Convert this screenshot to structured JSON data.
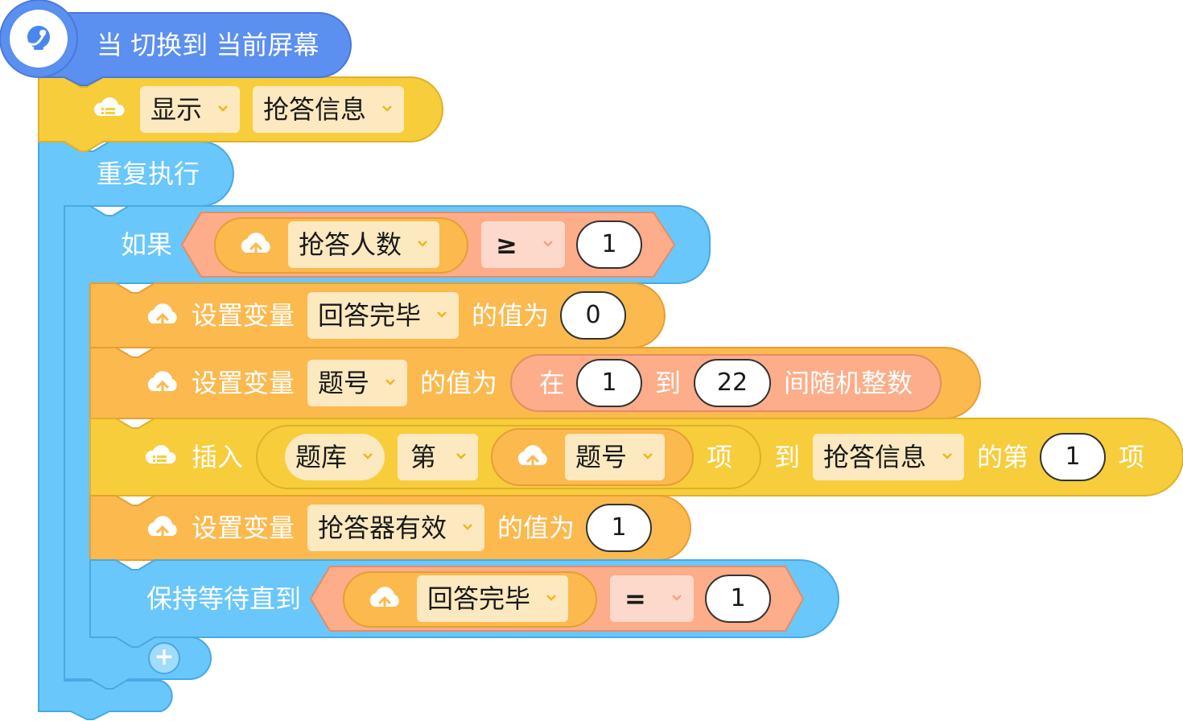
{
  "colors": {
    "event_blue": "#5b8ff0",
    "control_blue": "#69c7fb",
    "control_border": "#49a9e2",
    "data_yellow": "#f7cd3b",
    "data_yellow_border": "#e0b02a",
    "variable_orange": "#fcb94e",
    "variable_border": "#e79e33",
    "operator_salmon": "#fdad89",
    "operator_border": "#e58c65",
    "dropdown_light": "#fde9bf",
    "dropdown_salmon": "#fdd9cb"
  },
  "event": {
    "label": "当 切换到 当前屏幕",
    "icon": "satellite-dish-icon"
  },
  "show_block": {
    "label": "显示",
    "target": "抢答信息"
  },
  "repeat": {
    "label": "重复执行"
  },
  "if_block": {
    "label": "如果",
    "variable": "抢答人数",
    "operator": "≥",
    "value": "1"
  },
  "set1": {
    "label": "设置变量",
    "variable": "回答完毕",
    "mid": "的值为",
    "value": "0"
  },
  "set2": {
    "label": "设置变量",
    "variable": "题号",
    "mid": "的值为",
    "in": "在",
    "from": "1",
    "to_word": "到",
    "to": "22",
    "suffix": "间随机整数"
  },
  "insert": {
    "label": "插入",
    "list": "题库",
    "nth": "第",
    "variable": "题号",
    "item": "项",
    "to_word": "到",
    "target": "抢答信息",
    "of_nth": "的第",
    "index": "1",
    "item2": "项"
  },
  "set3": {
    "label": "设置变量",
    "variable": "抢答器有效",
    "mid": "的值为",
    "value": "1"
  },
  "wait": {
    "label": "保持等待直到",
    "variable": "回答完毕",
    "operator": "=",
    "value": "1"
  },
  "add_button": {
    "label": "+"
  }
}
